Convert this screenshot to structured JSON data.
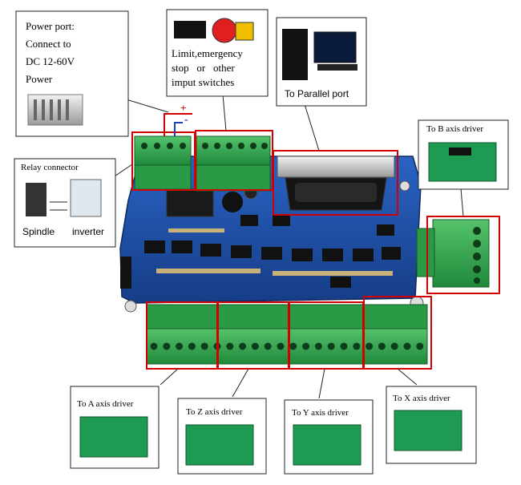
{
  "callouts": {
    "power": {
      "line1": "Power port:",
      "line2": "Connect to",
      "line3": "DC 12-60V",
      "line4": "Power"
    },
    "limit": {
      "line1": "Limit,emergency",
      "line2": "stop   or   other",
      "line3": "imput switches"
    },
    "parallel": {
      "label": "To Parallel port"
    },
    "relay": {
      "title": "Relay connector",
      "left": "Spindle",
      "right": "inverter"
    },
    "b_axis": {
      "label": "To B axis driver"
    },
    "a_axis": {
      "label": "To A axis driver"
    },
    "z_axis": {
      "label": "To Z axis driver"
    },
    "y_axis": {
      "label": "To Y axis driver"
    },
    "x_axis": {
      "label": "To X axis driver"
    }
  },
  "polarity": {
    "plus": "+",
    "minus": "-"
  },
  "colors": {
    "highlight": "#d40000",
    "terminal": "#2fa84f",
    "pcb": "#1c4fa8",
    "callout_border": "#222222"
  }
}
